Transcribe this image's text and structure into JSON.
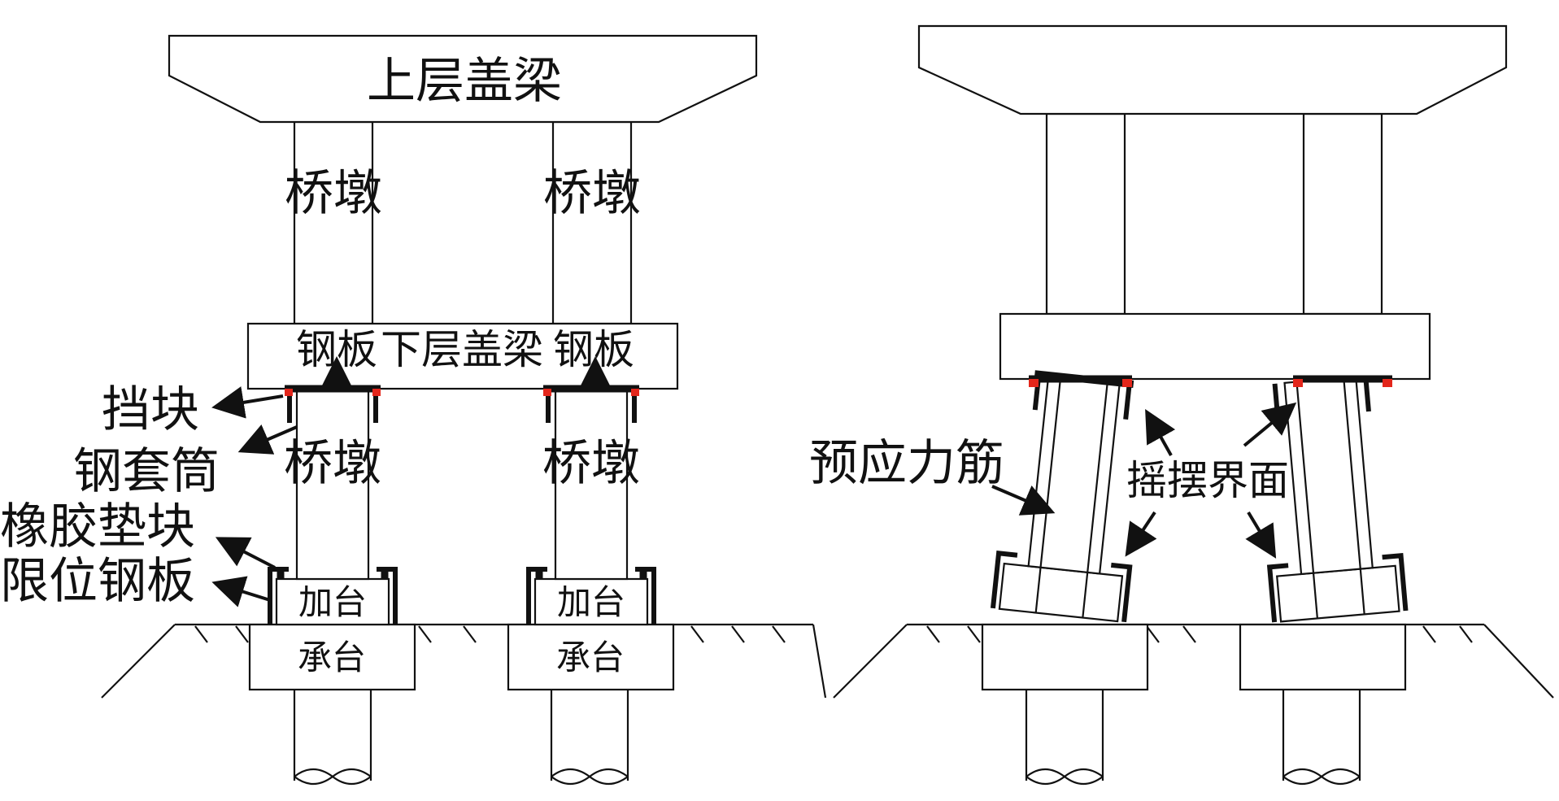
{
  "labels": {
    "upper_cap_beam": "上层盖梁",
    "pier": "桥墩",
    "lower_cap_beam": "下层盖梁",
    "steel_plate": "钢板",
    "stopper": "挡块",
    "steel_sleeve": "钢套筒",
    "rubber_pad": "橡胶垫块",
    "limit_plate": "限位钢板",
    "pedestal": "加台",
    "pile_cap": "承台",
    "tendon": "预应力筋",
    "rocking_interface": "摇摆界面"
  },
  "colors": {
    "line": "#111111",
    "stopper": "#e3261b",
    "background": "#ffffff"
  }
}
